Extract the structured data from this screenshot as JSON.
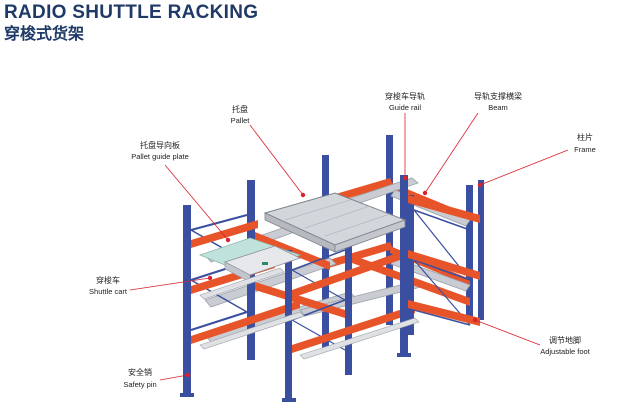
{
  "title": {
    "en": "RADIO SHUTTLE RACKING",
    "cn": "穿梭式货架"
  },
  "labels": {
    "pallet": {
      "cn": "托盘",
      "en": "Pallet"
    },
    "pallet_guide_plate": {
      "cn": "托盘导向板",
      "en": "Pallet guide plate"
    },
    "guide_rail": {
      "cn": "穿梭车导轨",
      "en": "Guide rail"
    },
    "beam": {
      "cn": "导轨支撑横梁",
      "en": "Beam"
    },
    "frame": {
      "cn": "柱片",
      "en": "Frame"
    },
    "shuttle_cart": {
      "cn": "穿梭车",
      "en": "Shuttle cart"
    },
    "adjustable_foot": {
      "cn": "调节地脚",
      "en": "Adjustable foot"
    },
    "safety_pin": {
      "cn": "安全销",
      "en": "Safety pin"
    }
  },
  "colors": {
    "title": "#1f3a66",
    "upright": "#3a4fa0",
    "beam": "#e8542a",
    "rail": "#c9ccd2",
    "pallet": "#d3d6db",
    "leader": "#d9232a"
  }
}
